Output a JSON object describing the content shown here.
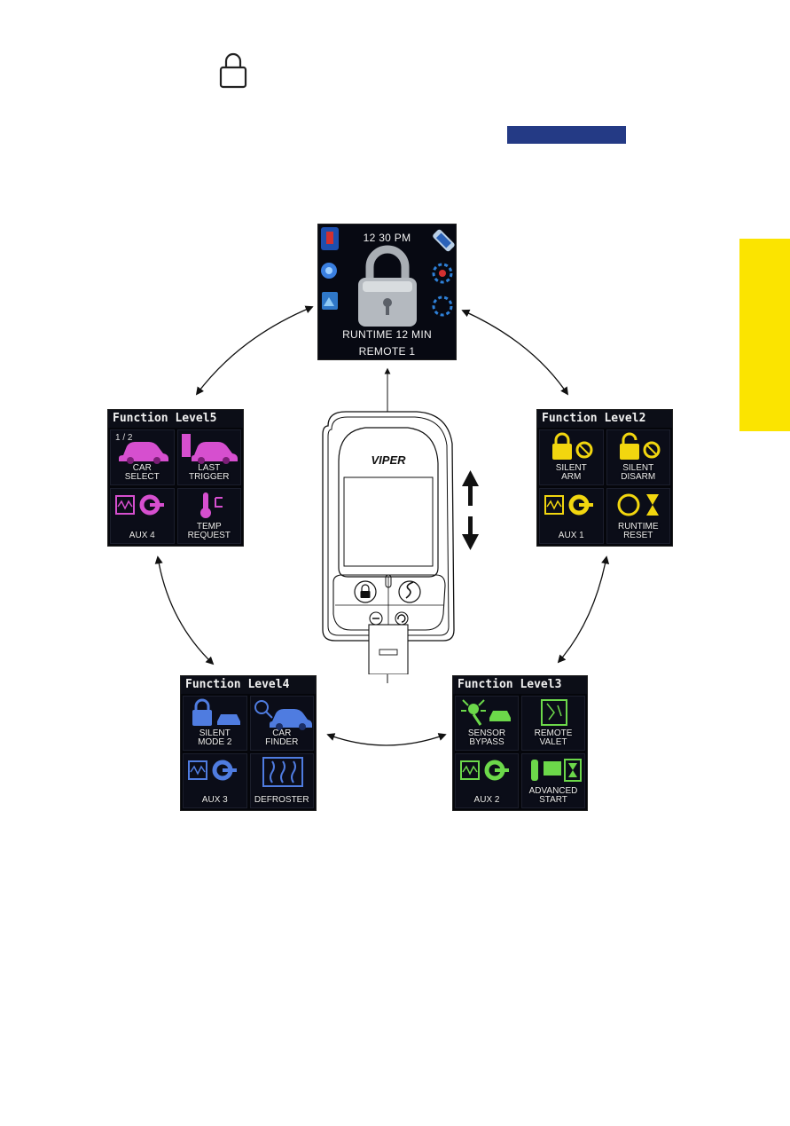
{
  "colors": {
    "yellow_tab": "#fbe400",
    "blue_bar": "#243a85",
    "screen_bg": "#05060b",
    "level2_icons": "#f2d60f",
    "level3_icons": "#6cd84a",
    "level4_icons": "#4f7ce0",
    "level5_icons": "#d64fcf"
  },
  "main_screen": {
    "time": "12 30 PM",
    "runtime": "RUNTIME 12 MIN",
    "remote": "REMOTE 1",
    "center_icon": "padlock-icon"
  },
  "remote": {
    "brand": "VIPER"
  },
  "panels": {
    "level2": {
      "title": "Function Level2",
      "cells": [
        "SILENT\nARM",
        "SILENT\nDISARM",
        "AUX 1",
        "RUNTIME\nRESET"
      ]
    },
    "level3": {
      "title": "Function Level3",
      "cells": [
        "SENSOR\nBYPASS",
        "REMOTE\nVALET",
        "AUX 2",
        "ADVANCED\nSTART"
      ]
    },
    "level4": {
      "title": "Function Level4",
      "cells": [
        "SILENT\nMODE 2",
        "CAR\nFINDER",
        "AUX 3",
        "DEFROSTER"
      ]
    },
    "level5": {
      "title": "Function Level5",
      "page": "1 / 2",
      "cells": [
        "CAR\nSELECT",
        "LAST\nTRIGGER",
        "AUX 4",
        "TEMP\nREQUEST"
      ]
    }
  }
}
